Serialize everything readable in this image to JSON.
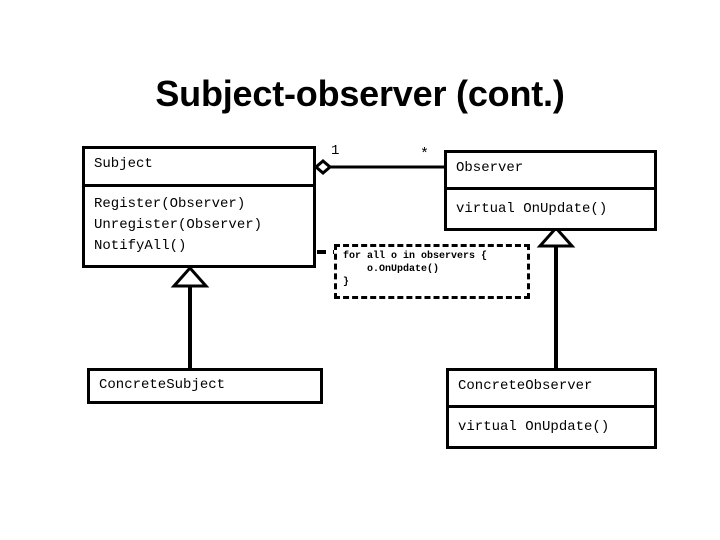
{
  "slide": {
    "title": "Subject-observer (cont.)",
    "background_color": "#ffffff",
    "line_color": "#000000"
  },
  "diagram": {
    "type": "uml-class-diagram",
    "classes": [
      {
        "id": "subject",
        "name": "Subject",
        "operations": [
          "Register(Observer)",
          "Unregister(Observer)",
          "NotifyAll()"
        ],
        "operations_text": "Register(Observer)\nUnregister(Observer)\nNotifyAll()"
      },
      {
        "id": "observer",
        "name": "Observer",
        "operations": [
          "virtual OnUpdate()"
        ],
        "operations_text": "virtual OnUpdate()"
      },
      {
        "id": "concrete-subject",
        "name": "ConcreteSubject",
        "operations": [],
        "operations_text": ""
      },
      {
        "id": "concrete-observer",
        "name": "ConcreteObserver",
        "operations": [
          "virtual OnUpdate()"
        ],
        "operations_text": "virtual OnUpdate()"
      }
    ],
    "association": {
      "kind": "aggregation",
      "source": "Subject",
      "target": "Observer",
      "source_multiplicity": "1",
      "target_multiplicity": "*"
    },
    "generalizations": [
      {
        "child": "ConcreteSubject",
        "parent": "Subject"
      },
      {
        "child": "ConcreteObserver",
        "parent": "Observer"
      }
    ],
    "note": {
      "attached_to": "NotifyAll()",
      "line_style": "dashed",
      "lines": [
        "for all o in observers {",
        "    o.OnUpdate()",
        "}"
      ],
      "text": "for all o in observers {\n    o.OnUpdate()\n}"
    }
  }
}
